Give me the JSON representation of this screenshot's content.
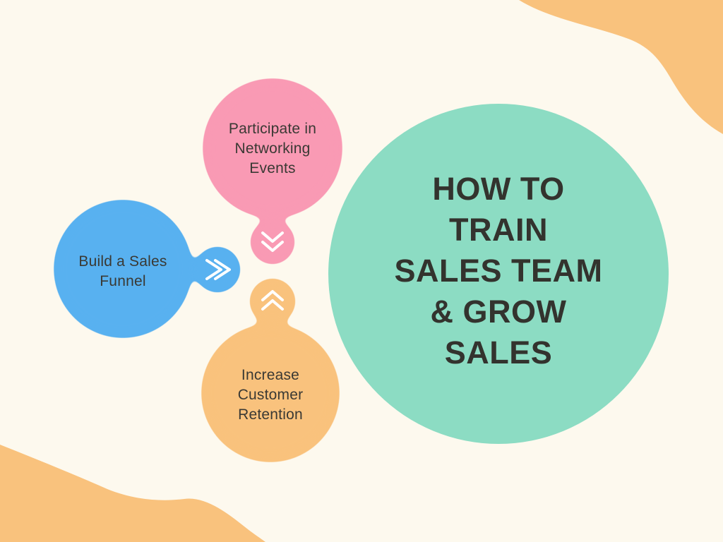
{
  "background": "#FDF9EE",
  "palette": {
    "teal": "#8CDCC3",
    "pink": "#F99AB4",
    "blue": "#58B1F0",
    "orange": "#F9C27D",
    "title_text": "#33332E",
    "body_text": "#3A3934",
    "chevron": "#FFFFFF"
  },
  "title": {
    "lines": [
      "HOW TO",
      "TRAIN",
      "SALES TEAM",
      "& GROW",
      "SALES"
    ]
  },
  "steps": [
    {
      "id": "networking",
      "color": "#F99AB4",
      "label_lines": [
        "Participate in",
        "Networking",
        "Events"
      ],
      "arrow_direction": "down"
    },
    {
      "id": "sales-funnel",
      "color": "#58B1F0",
      "label_lines": [
        "Build a Sales",
        "Funnel"
      ],
      "arrow_direction": "right"
    },
    {
      "id": "retention",
      "color": "#F9C27D",
      "label_lines": [
        "Increase",
        "Customer",
        "Retention"
      ],
      "arrow_direction": "up"
    }
  ],
  "decor": {
    "corner_blob_color": "#F9C27D"
  }
}
